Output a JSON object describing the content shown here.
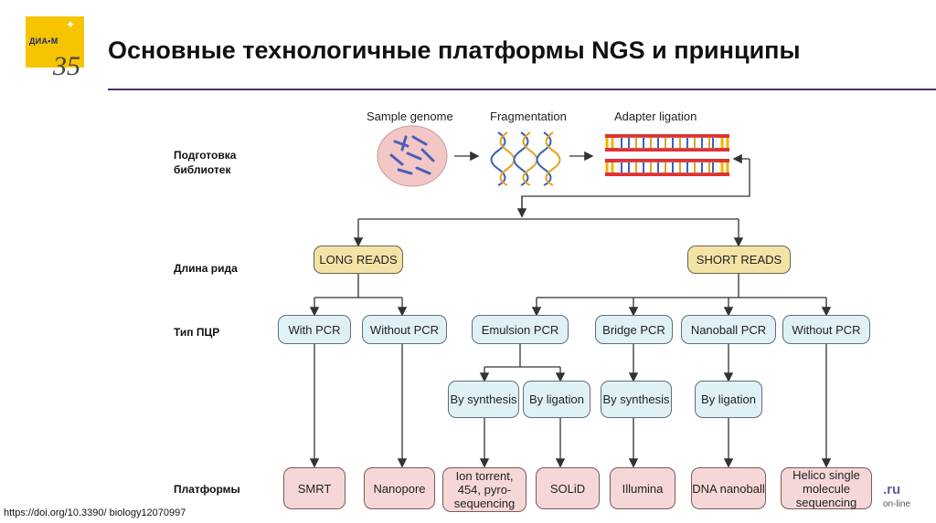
{
  "header": {
    "title": "Основные технологичные платформы NGS и принципы",
    "logo_text": "ДИА•М",
    "logo_number": "35"
  },
  "row_labels": {
    "library_prep": "Подготовка библиотек",
    "read_length": "Длина рида",
    "pcr_type": "Тип ПЦР",
    "platforms": "Платформы"
  },
  "stages": {
    "sample_genome": "Sample genome",
    "fragmentation": "Fragmentation",
    "adapter_ligation": "Adapter ligation"
  },
  "reads": {
    "long": "LONG READS",
    "short": "SHORT READS"
  },
  "pcr": {
    "with_pcr": "With PCR",
    "without_pcr_long": "Without PCR",
    "emulsion": "Emulsion PCR",
    "bridge": "Bridge PCR",
    "nanoball": "Nanoball PCR",
    "without_pcr_short": "Without PCR"
  },
  "methods": {
    "emulsion_synthesis": "By synthesis",
    "emulsion_ligation": "By ligation",
    "bridge_synthesis": "By synthesis",
    "nanoball_ligation": "By ligation"
  },
  "platforms": {
    "smrt": "SMRT",
    "nanopore": "Nanopore",
    "ion_torrent": "Ion torrent, 454, pyro-sequencing",
    "solid": "SOLiD",
    "illumina": "Illumina",
    "dna_nanoball": "DNA nanoball",
    "helico": "Helico single molecule sequencing"
  },
  "footer": {
    "doi": "https://doi.org/10.3390/ biology12070997",
    "brand_ru": ".ru",
    "brand_online": "on-line"
  },
  "colors": {
    "reads_fill": "#f3e3a6",
    "pcr_fill": "#dff1f6",
    "platform_fill": "#f6d7d8",
    "title_rule": "#4b2f74"
  }
}
